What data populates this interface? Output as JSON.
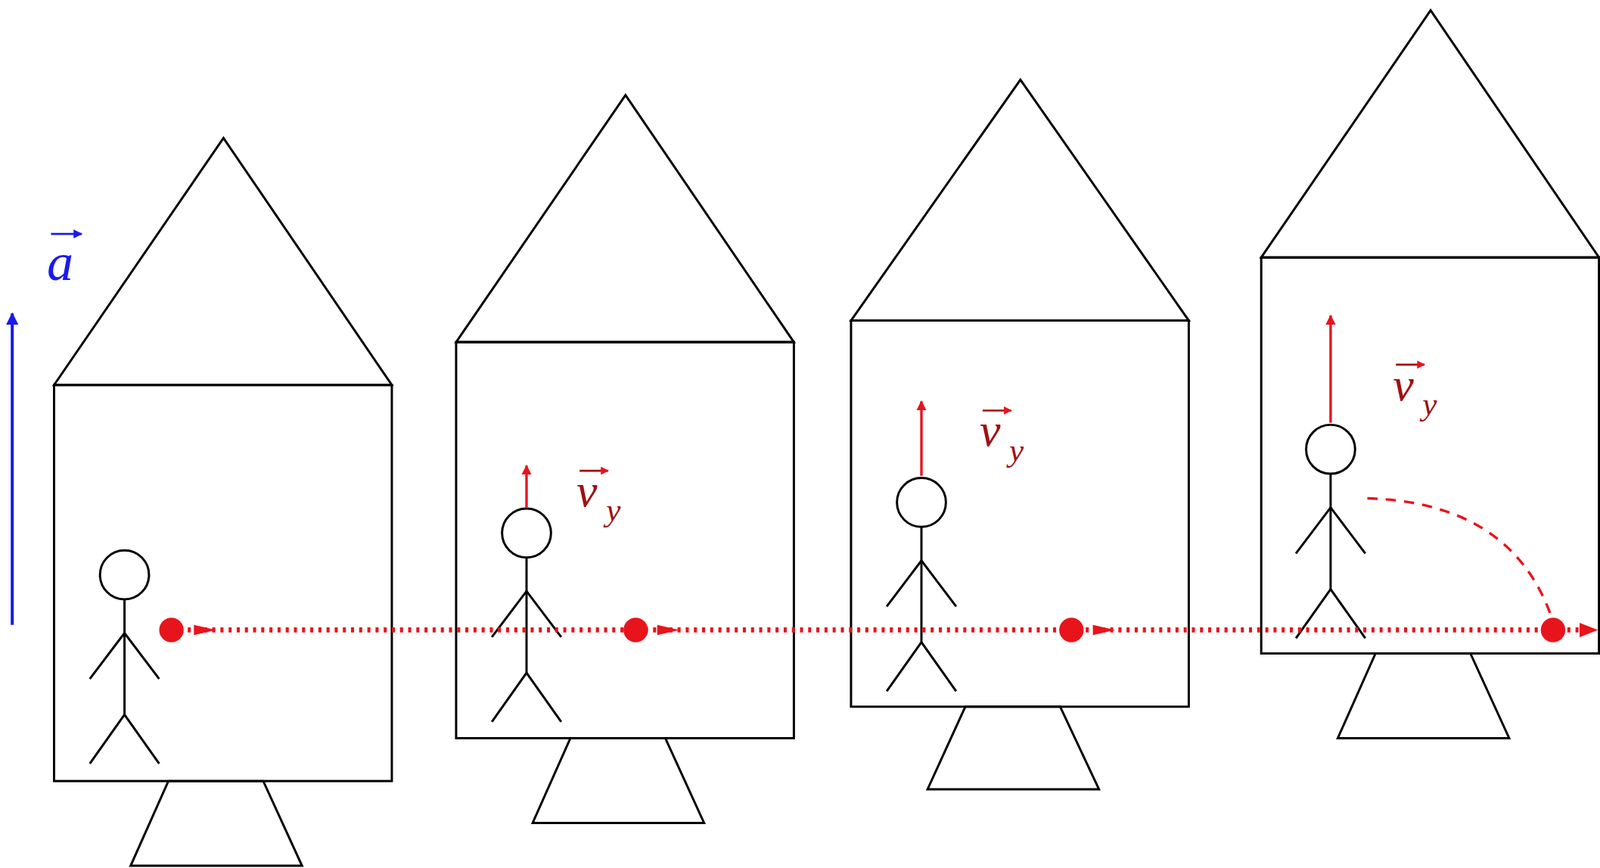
{
  "diagram": {
    "labels": [
      "a",
      "v",
      "y",
      "v",
      "y",
      "v",
      "y"
    ]
  }
}
